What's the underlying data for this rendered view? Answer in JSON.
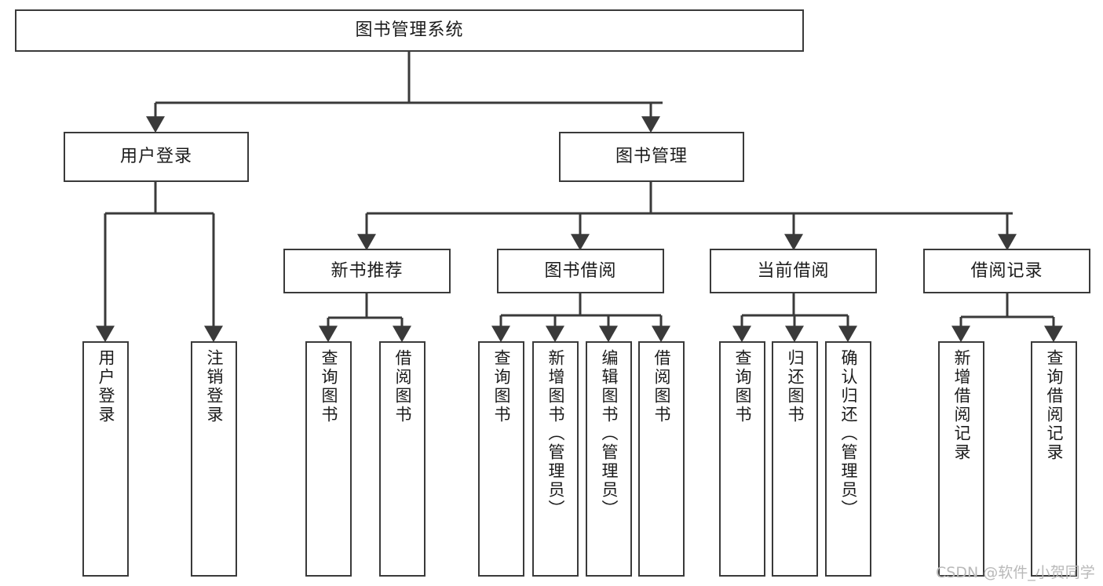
{
  "diagram": {
    "title": "图书管理系统",
    "type": "hierarchy-tree",
    "levels": 4,
    "edge_color": "#3a3a3a",
    "node_border_color": "#3a3a3a",
    "node_fill_color": "#ffffff",
    "text_color": "#1b1b1b",
    "nodes": {
      "root": {
        "label": "图书管理系统"
      },
      "level1": [
        {
          "id": "user-login",
          "label": "用户登录"
        },
        {
          "id": "book-manage",
          "label": "图书管理"
        }
      ],
      "level2": [
        {
          "id": "new-book-recommend",
          "label": "新书推荐"
        },
        {
          "id": "book-borrow",
          "label": "图书借阅"
        },
        {
          "id": "current-borrow",
          "label": "当前借阅"
        },
        {
          "id": "borrow-record",
          "label": "借阅记录"
        }
      ],
      "leaves": {
        "user-login": [
          {
            "id": "leaf-user-login",
            "label": "用户登录"
          },
          {
            "id": "leaf-logout-login",
            "label": "注销登录"
          }
        ],
        "new-book-recommend": [
          {
            "id": "leaf-query-book-1",
            "label": "查询图书"
          },
          {
            "id": "leaf-borrow-book-1",
            "label": "借阅图书"
          }
        ],
        "book-borrow": [
          {
            "id": "leaf-query-book-2",
            "label": "查询图书"
          },
          {
            "id": "leaf-add-book-admin",
            "label": "新增图书（管理员）"
          },
          {
            "id": "leaf-edit-book-admin",
            "label": "编辑图书（管理员）"
          },
          {
            "id": "leaf-borrow-book-2",
            "label": "借阅图书"
          }
        ],
        "current-borrow": [
          {
            "id": "leaf-query-book-3",
            "label": "查询图书"
          },
          {
            "id": "leaf-return-book",
            "label": "归还图书"
          },
          {
            "id": "leaf-confirm-return-admin",
            "label": "确认归还（管理员）"
          }
        ],
        "borrow-record": [
          {
            "id": "leaf-add-borrow-record",
            "label": "新增借阅记录"
          },
          {
            "id": "leaf-query-borrow-record",
            "label": "查询借阅记录"
          }
        ]
      }
    }
  },
  "watermark": {
    "text": "CSDN @软件_小贺同学",
    "color": "#b9b9b9"
  }
}
